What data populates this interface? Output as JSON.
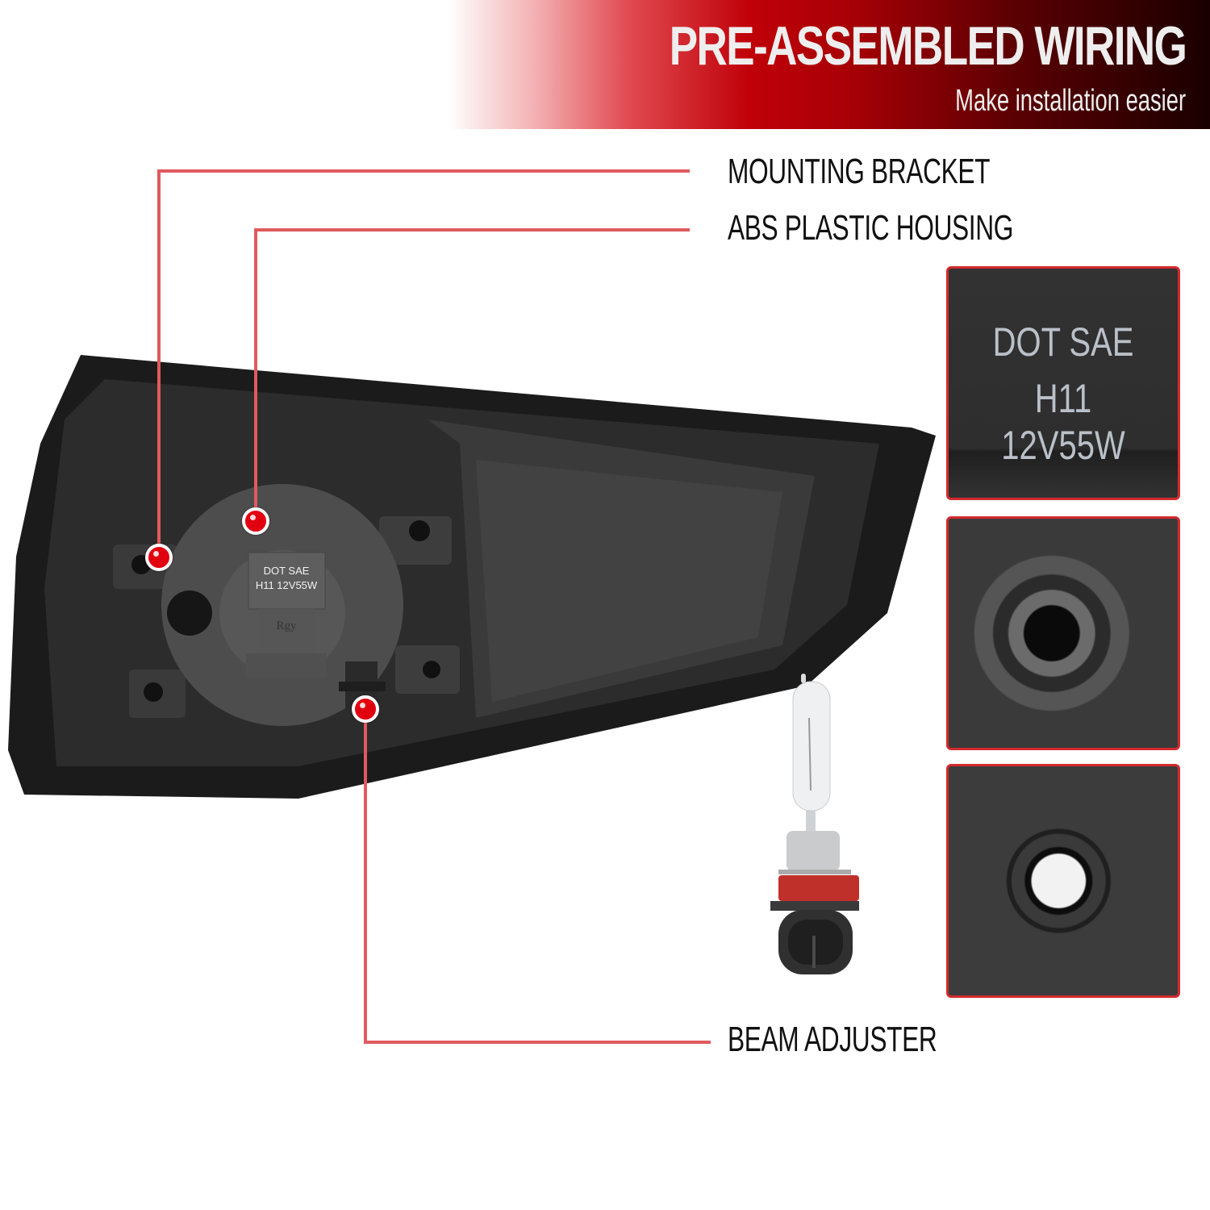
{
  "banner": {
    "title": "PRE-ASSEMBLED WIRING",
    "subtitle": "Make installation easier",
    "gradient_colors": [
      "#ffffff",
      "#c00008",
      "#1a0000"
    ]
  },
  "callouts": [
    {
      "label": "MOUNTING BRACKET"
    },
    {
      "label": "ABS PLASTIC HOUSING"
    },
    {
      "label": "BEAM ADJUSTER"
    }
  ],
  "product": {
    "description": "Black fog light housing, rear view",
    "bulb_cap_text_line1": "DOT SAE",
    "bulb_cap_text_line2": "H11 12V55W",
    "connector_text": "Rgy"
  },
  "insets": [
    {
      "line1": "DOT SAE",
      "line2": "H11 12V55W",
      "description": "Bulb cap marking close-up"
    },
    {
      "description": "Beam adjuster gear close-up"
    },
    {
      "description": "Bulb socket opening close-up"
    }
  ],
  "included_bulb": {
    "description": "H11 halogen bulb"
  },
  "colors": {
    "accent_red": "#d42a2e",
    "leader_line": "#e05a5e",
    "dot": "#e00010"
  }
}
